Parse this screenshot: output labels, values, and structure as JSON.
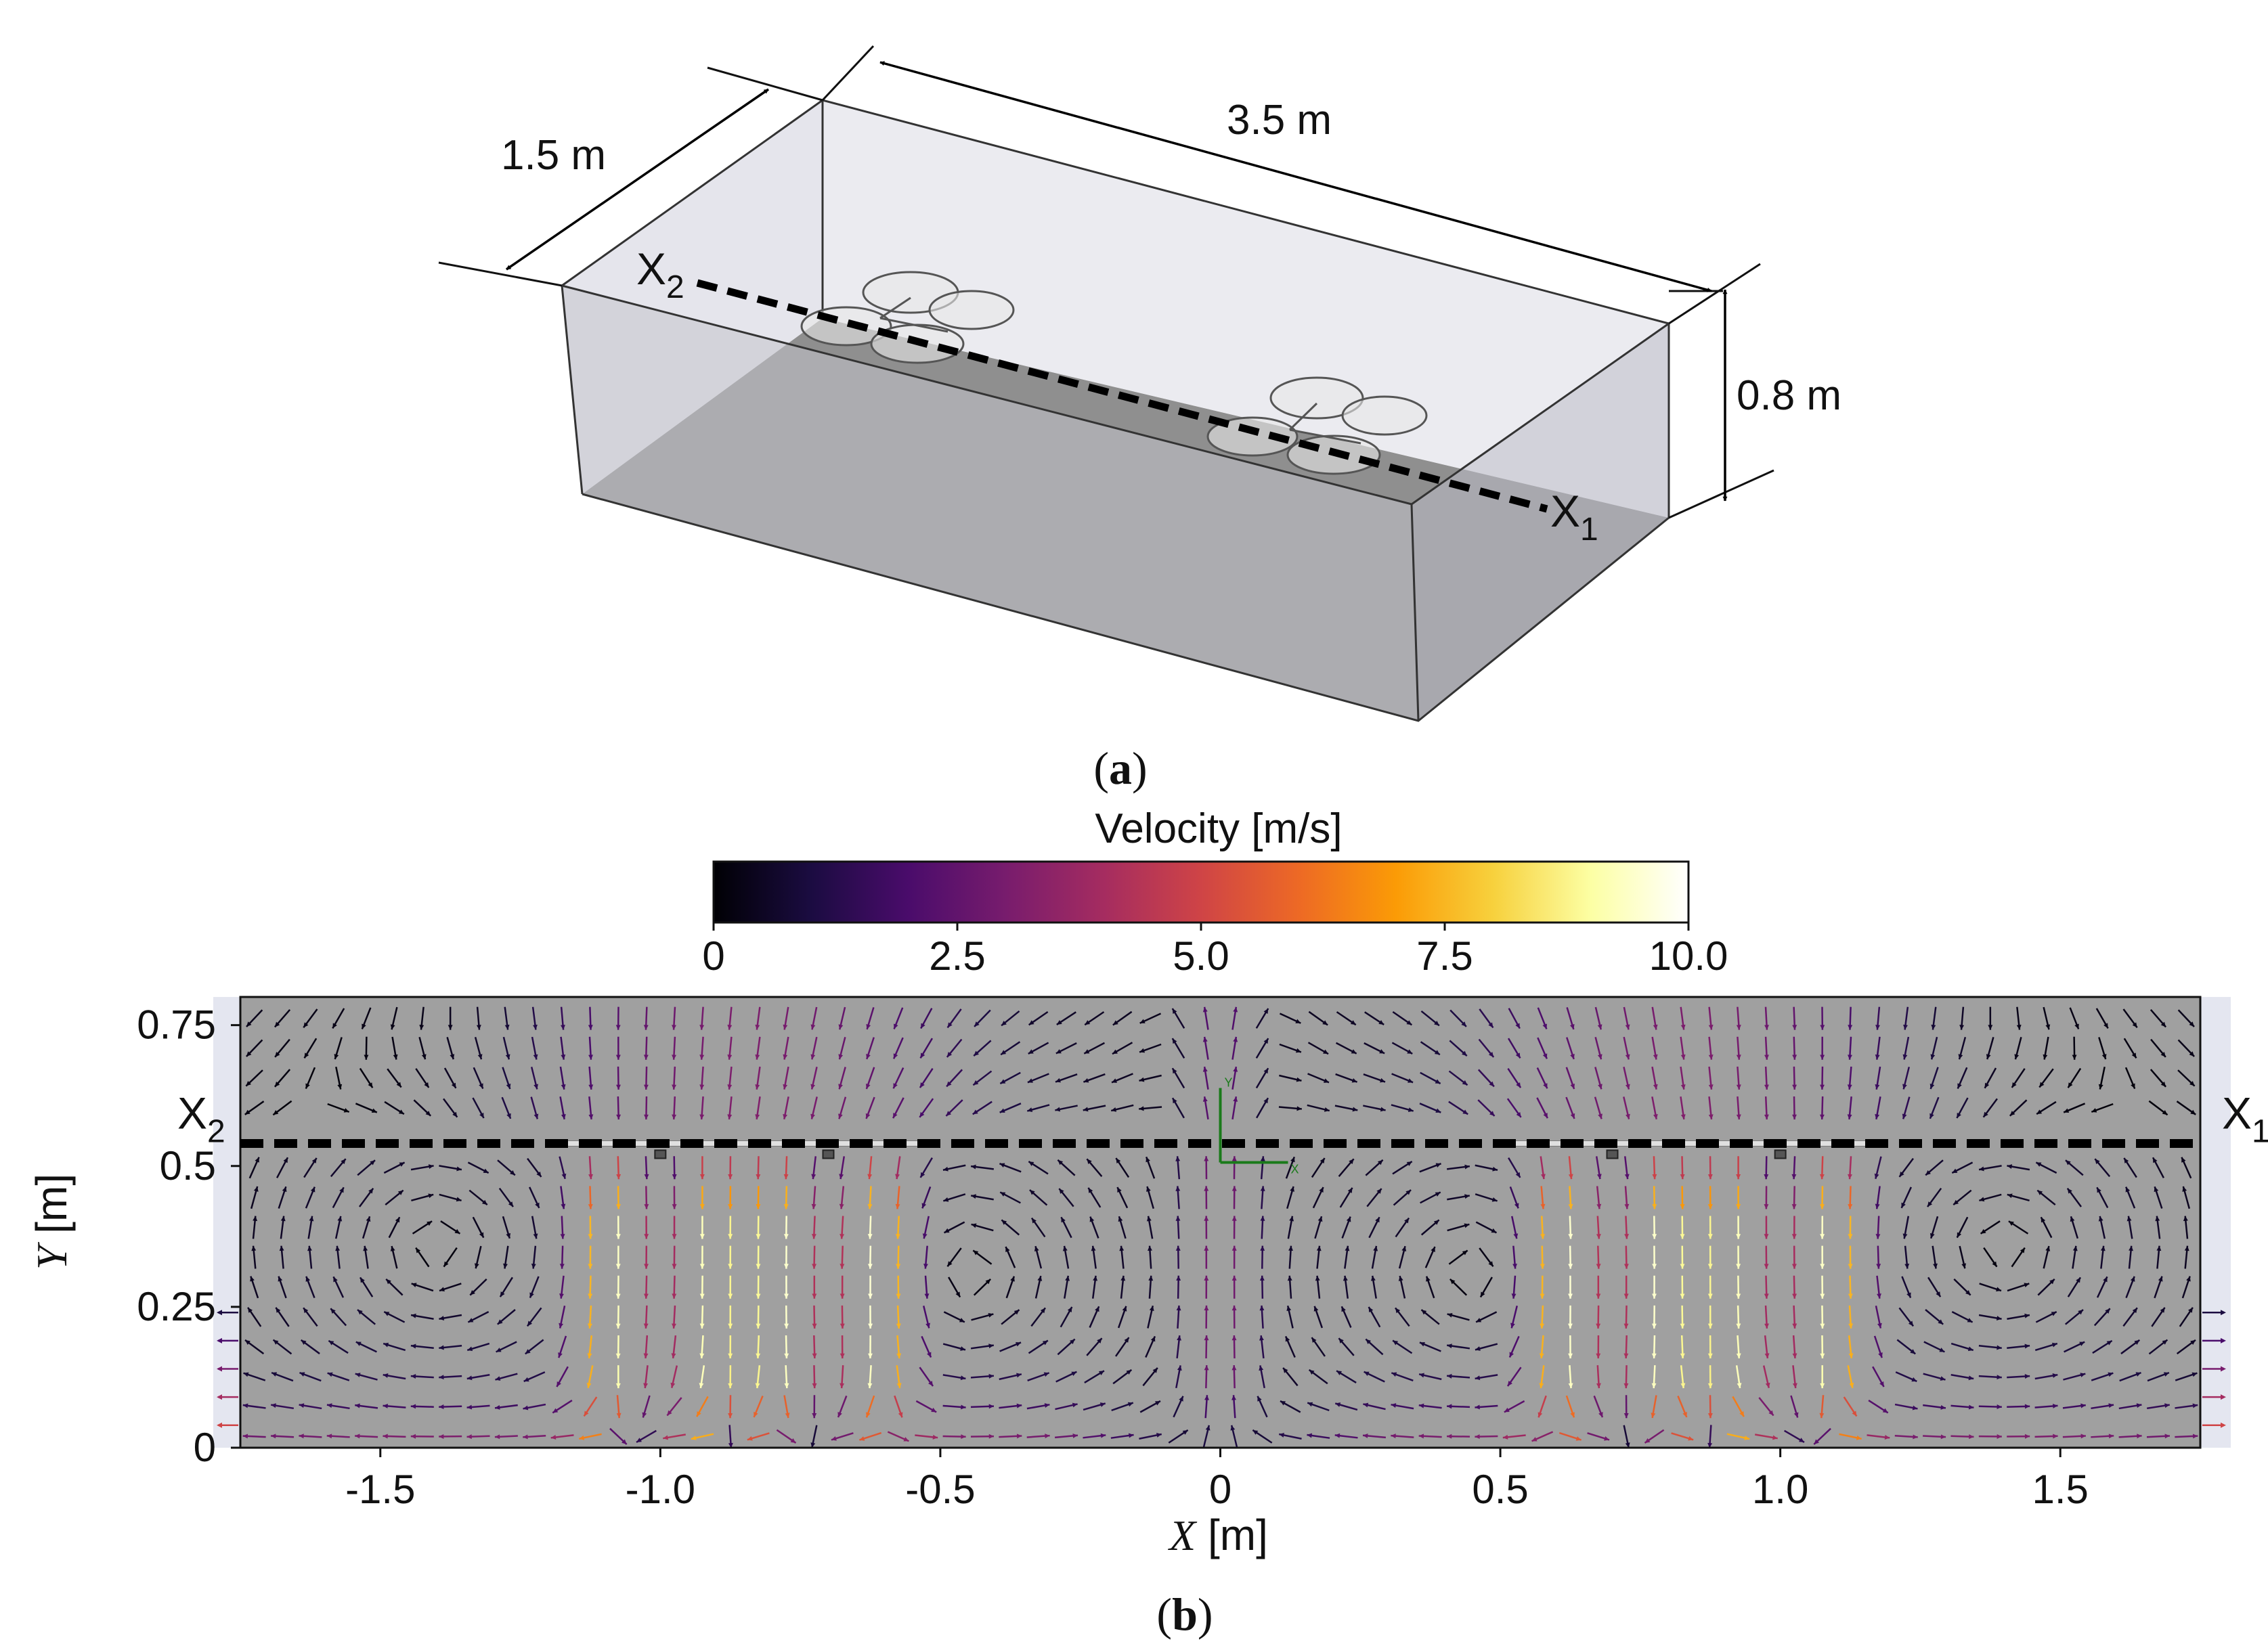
{
  "panel_a": {
    "dim_width": "1.5 m",
    "dim_length": "3.5 m",
    "dim_height": "0.8 m",
    "x1": "X",
    "x1_sub": "1",
    "x2": "X",
    "x2_sub": "2",
    "caption_open": "(",
    "caption_letter": "a",
    "caption_close": ")"
  },
  "panel_b": {
    "colorbar": {
      "title": "Velocity [m/s]",
      "ticks": [
        "0",
        "2.5",
        "5.0",
        "7.5",
        "10.0"
      ],
      "tick_values": [
        0,
        2.5,
        5.0,
        7.5,
        10.0
      ],
      "range": [
        0,
        10
      ],
      "colormap": "inferno",
      "colors": [
        "#000004",
        "#1b0c41",
        "#4a0c6b",
        "#781c6d",
        "#a52c60",
        "#cf4446",
        "#ed6925",
        "#fb9b06",
        "#f7d13d",
        "#fcffa4",
        "#ffffff"
      ]
    },
    "x_axis": {
      "label_var": "X",
      "label_unit": " [m]",
      "ticks": [
        "-1.5",
        "-1.0",
        "-0.5",
        "0",
        "0.5",
        "1.0",
        "1.5"
      ],
      "tick_values": [
        -1.5,
        -1.0,
        -0.5,
        0,
        0.5,
        1.0,
        1.5
      ],
      "range": [
        -1.75,
        1.75
      ]
    },
    "y_axis": {
      "label_var": "Y",
      "label_unit": " [m]",
      "ticks": [
        "0",
        "0.25",
        "0.5",
        "0.75"
      ],
      "tick_values": [
        0,
        0.25,
        0.5,
        0.75
      ],
      "range": [
        0,
        0.8
      ]
    },
    "background_color": "#a0a0a0",
    "line_y": 0.54,
    "x1": "X",
    "x1_sub": "1",
    "x2": "X",
    "x2_sub": "2",
    "axes_marker_y": "Y",
    "axes_marker_x": "X",
    "rotor_positions": [
      -1.0,
      -0.7,
      0.7,
      1.0
    ],
    "caption_open": "(",
    "caption_letter": "b",
    "caption_close": ")"
  }
}
